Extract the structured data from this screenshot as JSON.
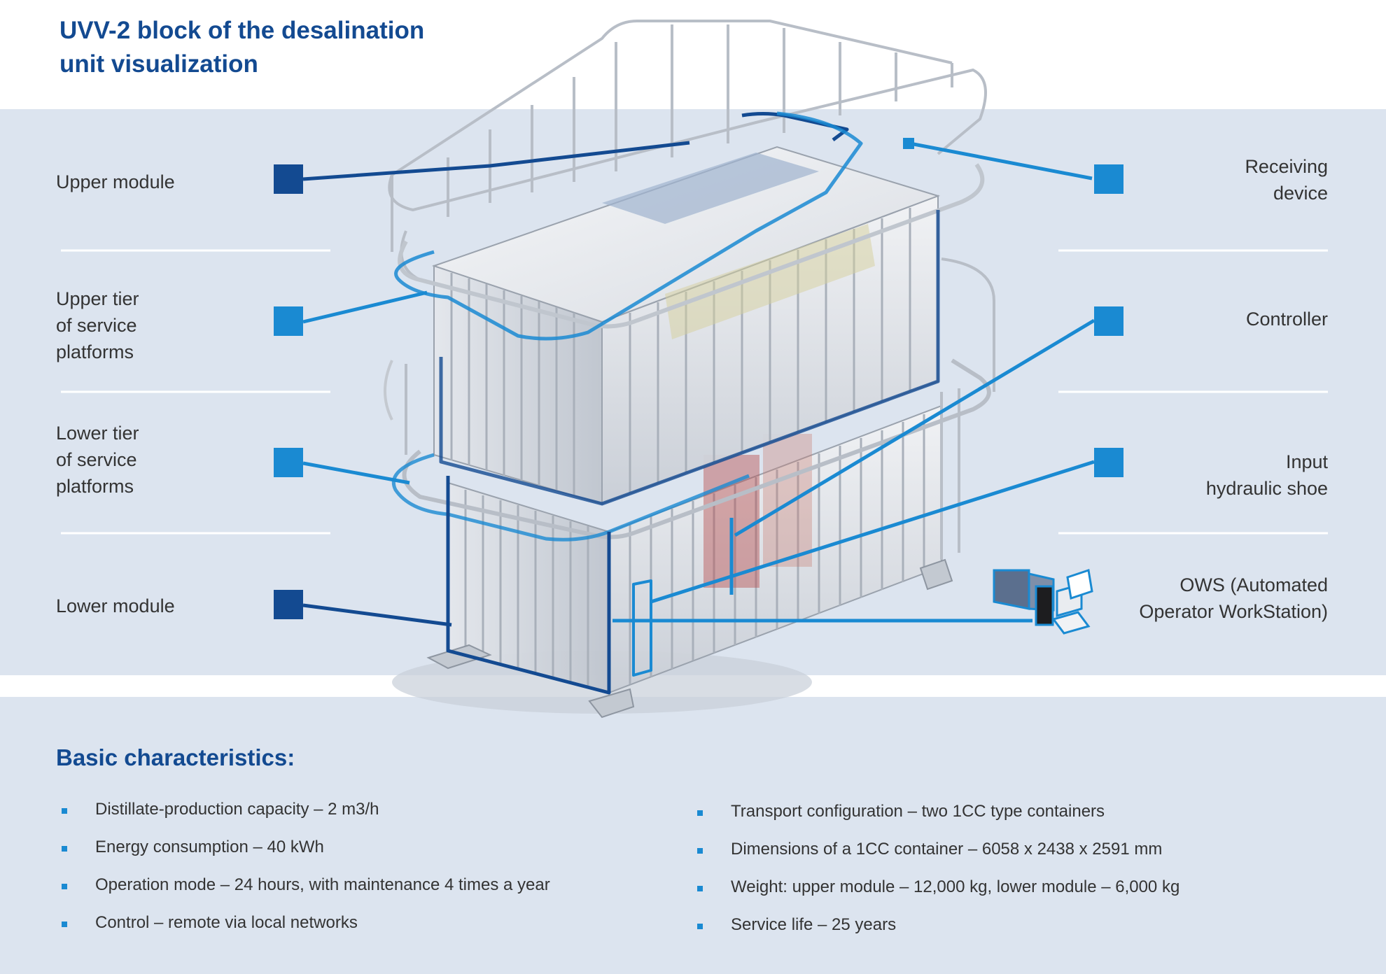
{
  "title_lines": [
    "UVV-2 block of the desalination",
    "unit visualization"
  ],
  "colors": {
    "dark_blue": "#134a91",
    "light_blue": "#1a8ad2",
    "band": "#dce4ef"
  },
  "labels_left": [
    {
      "lines": [
        "Upper module"
      ]
    },
    {
      "lines": [
        "Upper tier",
        "of service",
        "platforms"
      ]
    },
    {
      "lines": [
        "Lower tier",
        "of service",
        "platforms"
      ]
    },
    {
      "lines": [
        "Lower module"
      ]
    }
  ],
  "labels_right": [
    {
      "lines": [
        "Receiving",
        "device"
      ]
    },
    {
      "lines": [
        "Controller"
      ]
    },
    {
      "lines": [
        "Input",
        "hydraulic shoe"
      ]
    },
    {
      "lines": [
        "OWS (Automated",
        "Operator WorkStation)"
      ]
    }
  ],
  "characteristics_title": "Basic characteristics:",
  "characteristics_left": [
    "Distillate-production capacity – 2 m3/h",
    "Energy consumption – 40 kWh",
    "Operation mode – 24 hours, with maintenance 4 times a year",
    "Control – remote via local networks"
  ],
  "characteristics_right": [
    "Transport configuration – two 1CC type containers",
    "Dimensions of a 1CC container – 6058 x 2438 x 2591 mm",
    "Weight: upper module – 12,000 kg, lower module – 6,000 kg",
    "Service life – 25 years"
  ]
}
